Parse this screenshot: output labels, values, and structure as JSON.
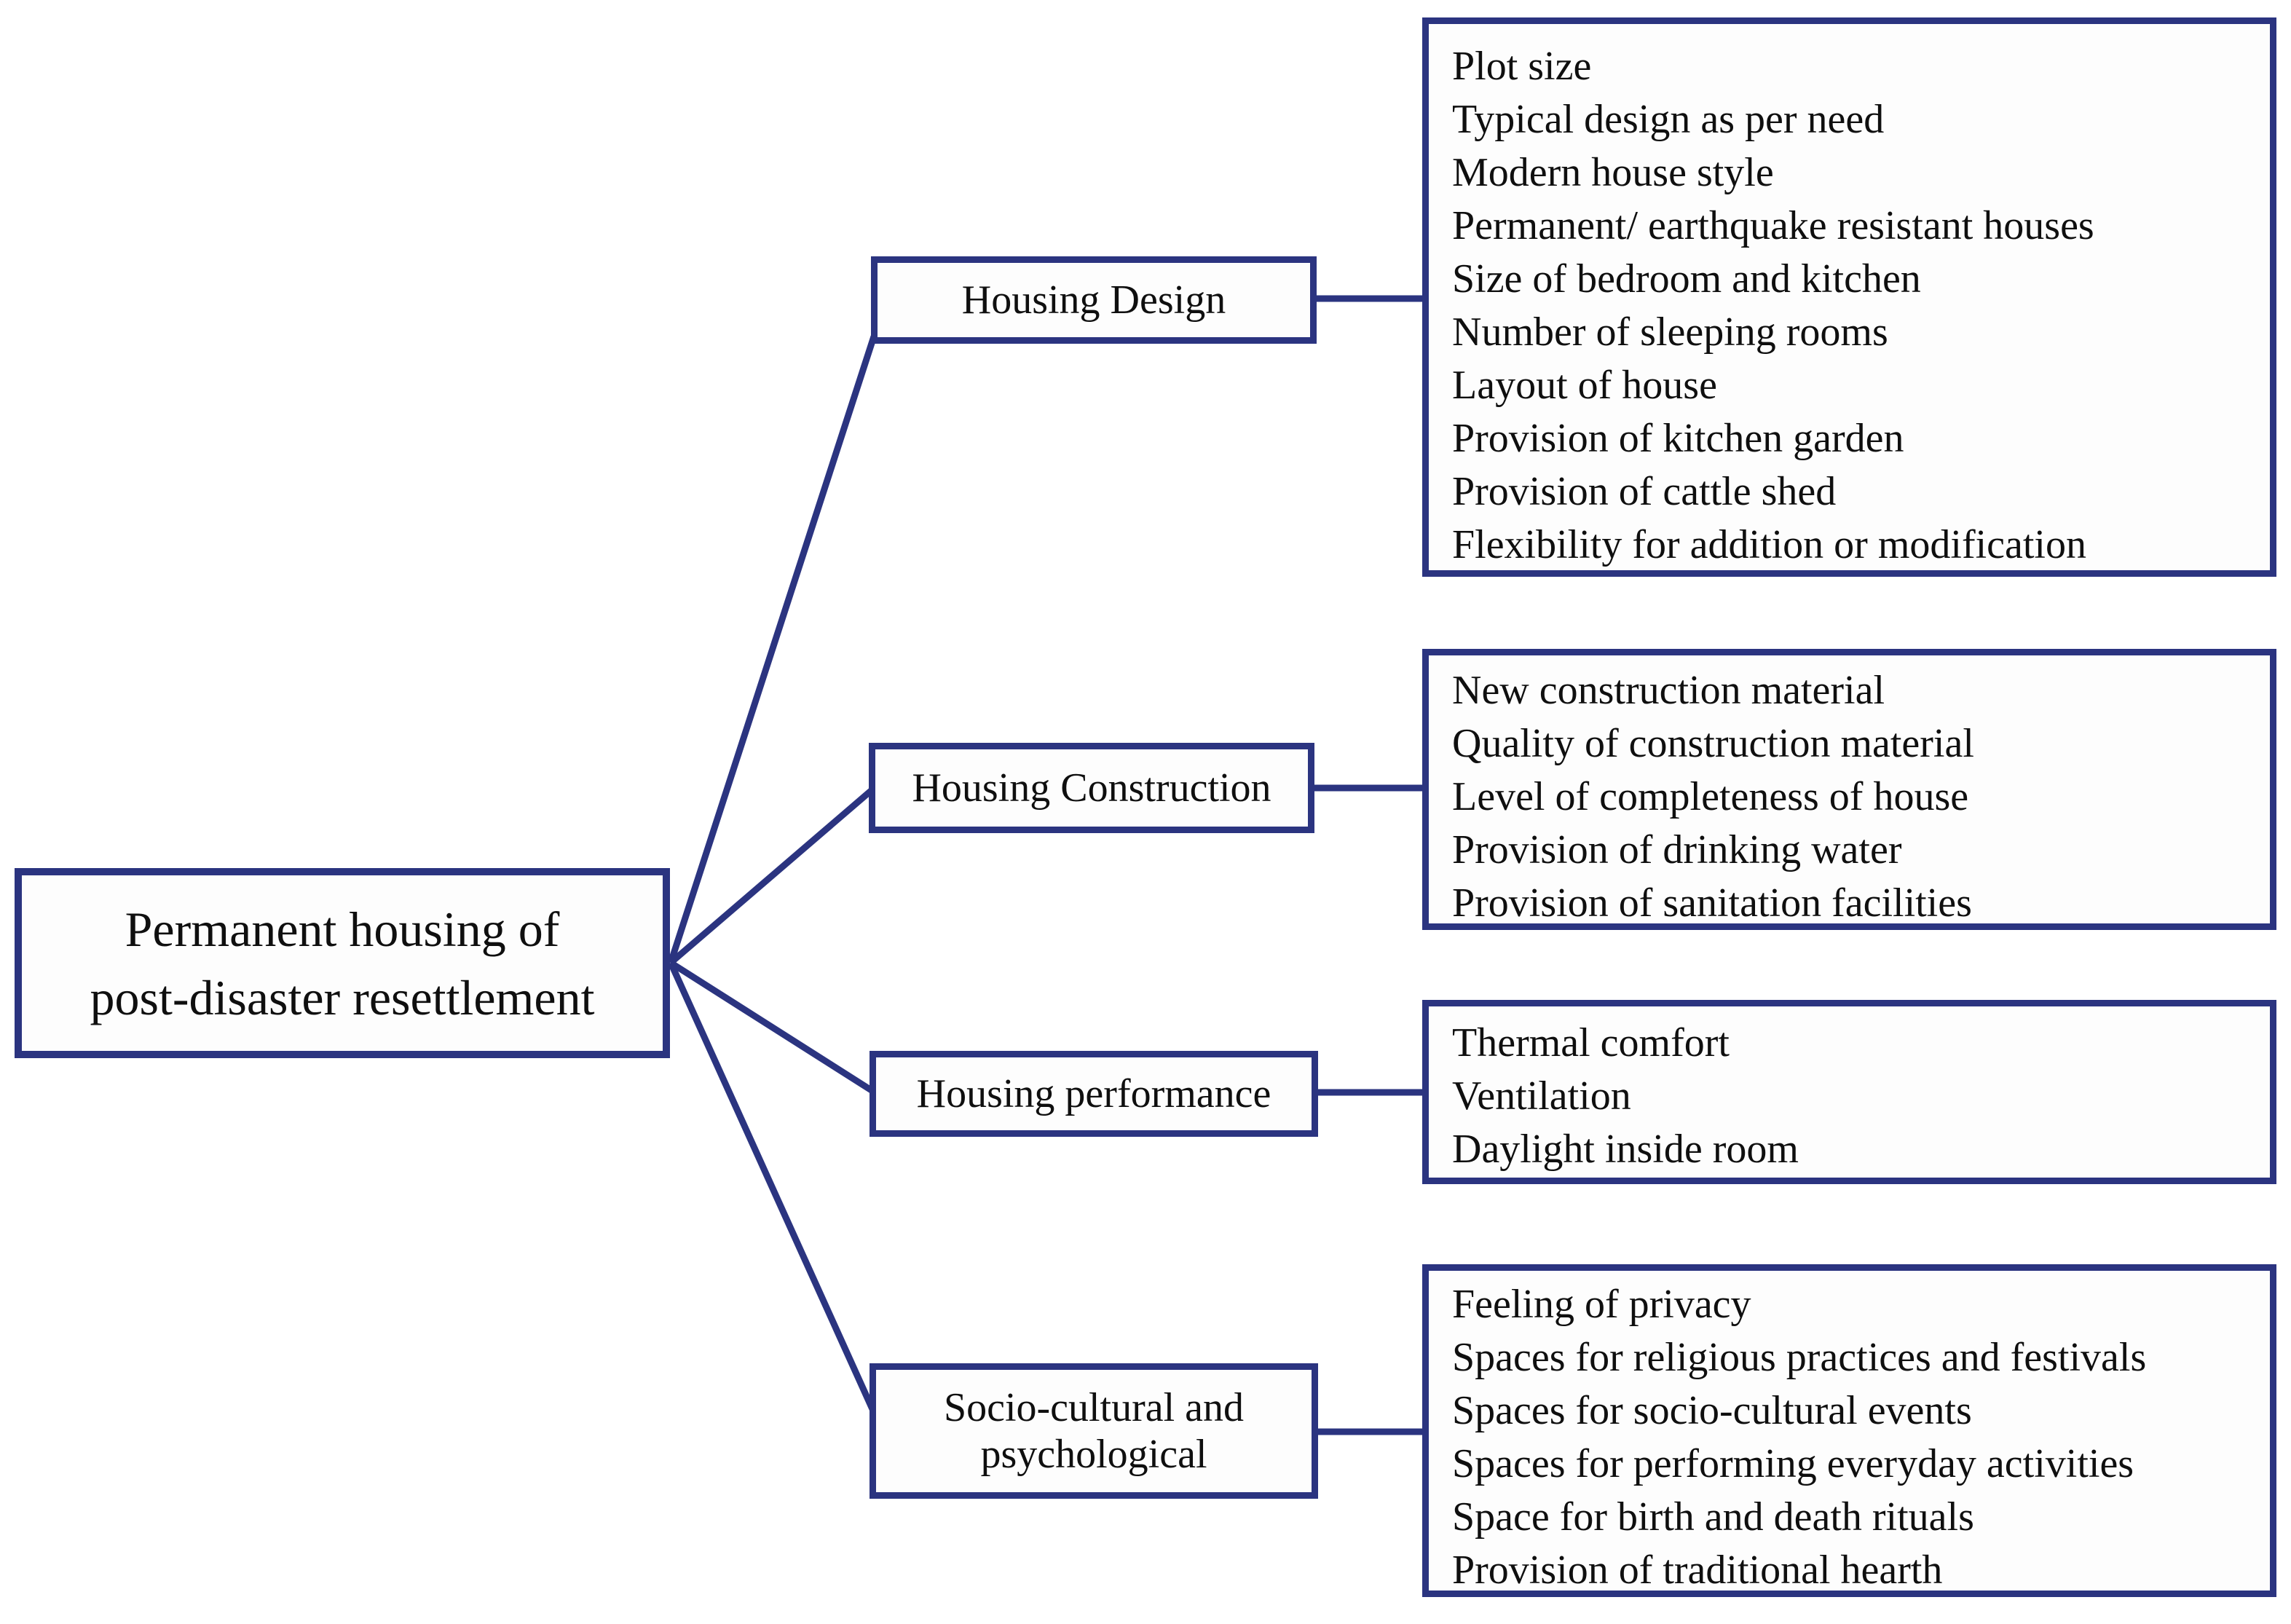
{
  "diagram": {
    "root": {
      "lines": [
        "Permanent housing of",
        "post-disaster resettlement"
      ]
    },
    "branches": [
      {
        "label_lines": [
          "Housing Design"
        ],
        "items": [
          "Plot size",
          "Typical design as per need",
          "Modern house style",
          "Permanent/ earthquake resistant houses",
          "Size of bedroom and kitchen",
          "Number of sleeping rooms",
          "Layout of house",
          "Provision of kitchen garden",
          "Provision of cattle shed",
          "Flexibility for addition or modification"
        ]
      },
      {
        "label_lines": [
          "Housing Construction"
        ],
        "items": [
          "New construction material",
          "Quality of construction material",
          "Level of completeness of house",
          "Provision of drinking water",
          "Provision of sanitation facilities"
        ]
      },
      {
        "label_lines": [
          "Housing performance"
        ],
        "items": [
          "Thermal comfort",
          "Ventilation",
          "Daylight inside room"
        ]
      },
      {
        "label_lines": [
          "Socio-cultural and",
          "psychological"
        ],
        "items": [
          "Feeling of privacy",
          "Spaces for religious practices and festivals",
          "Spaces for socio-cultural events",
          "Spaces for performing everyday activities",
          "Space for birth and death rituals",
          "Provision of traditional hearth"
        ]
      }
    ],
    "colors": {
      "line": "#2b3480",
      "text": "#0f0f0f",
      "background": "#ffffff"
    }
  }
}
